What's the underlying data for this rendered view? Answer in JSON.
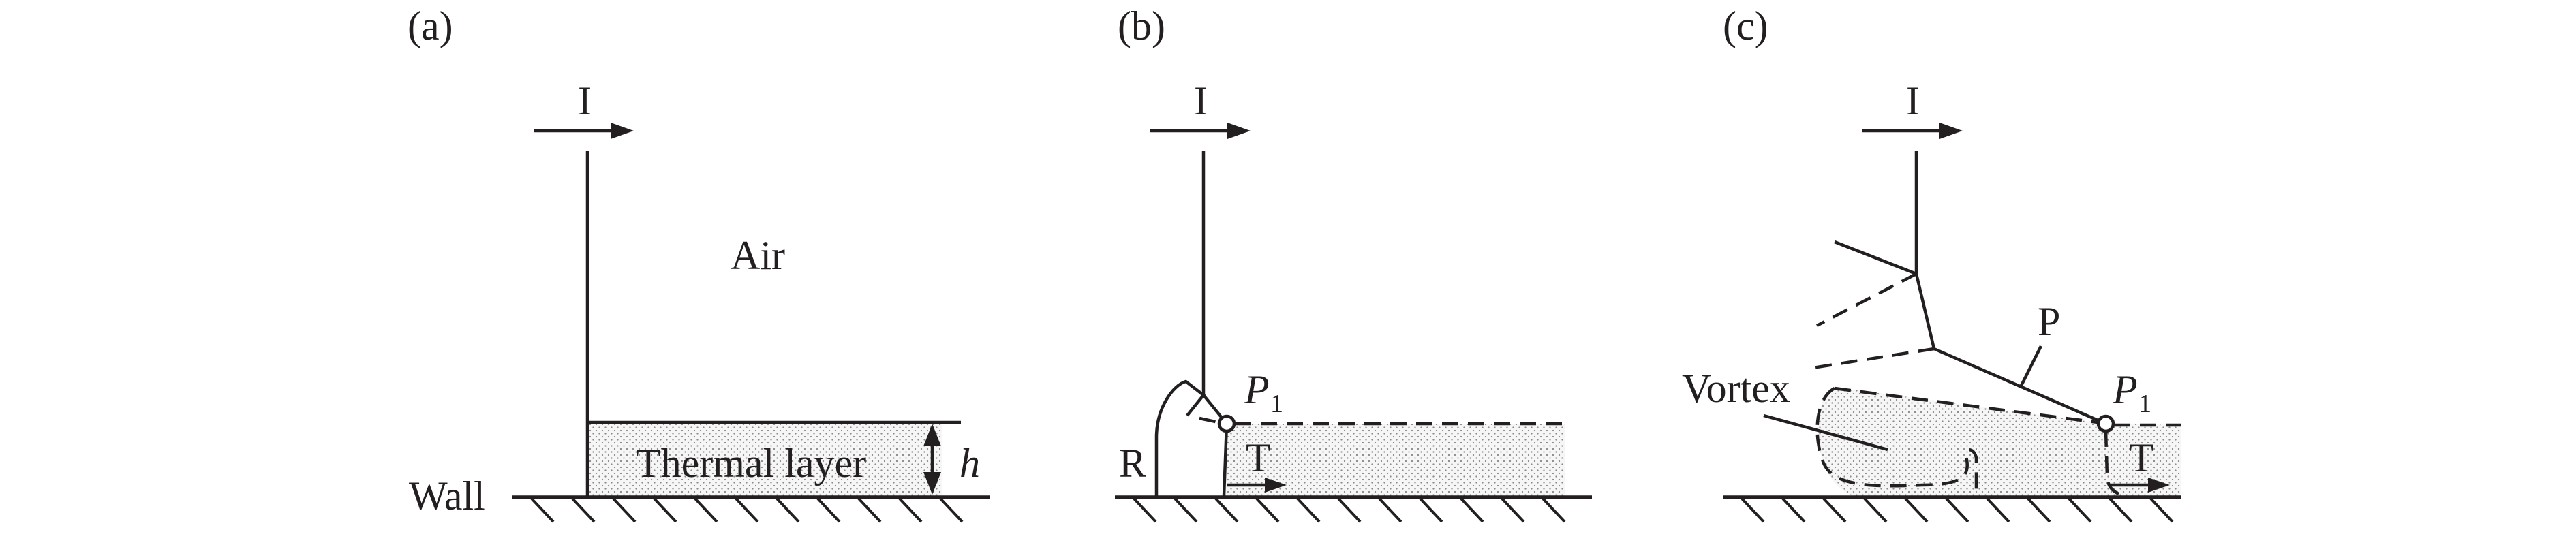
{
  "panels": {
    "a": {
      "tag": "(a)",
      "incident": "I",
      "air": "Air",
      "thermal_layer": "Thermal layer",
      "height": "h",
      "wall": "Wall"
    },
    "b": {
      "tag": "(b)",
      "incident": "I",
      "point_main": "P",
      "point_sub": "1",
      "transmitted": "T",
      "reflected": "R"
    },
    "c": {
      "tag": "(c)",
      "incident": "I",
      "precursor": "P",
      "point_main": "P",
      "point_sub": "1",
      "transmitted": "T",
      "vortex": "Vortex"
    }
  },
  "colors": {
    "ink": "#231f20",
    "stipple": "#c8c8c8"
  }
}
